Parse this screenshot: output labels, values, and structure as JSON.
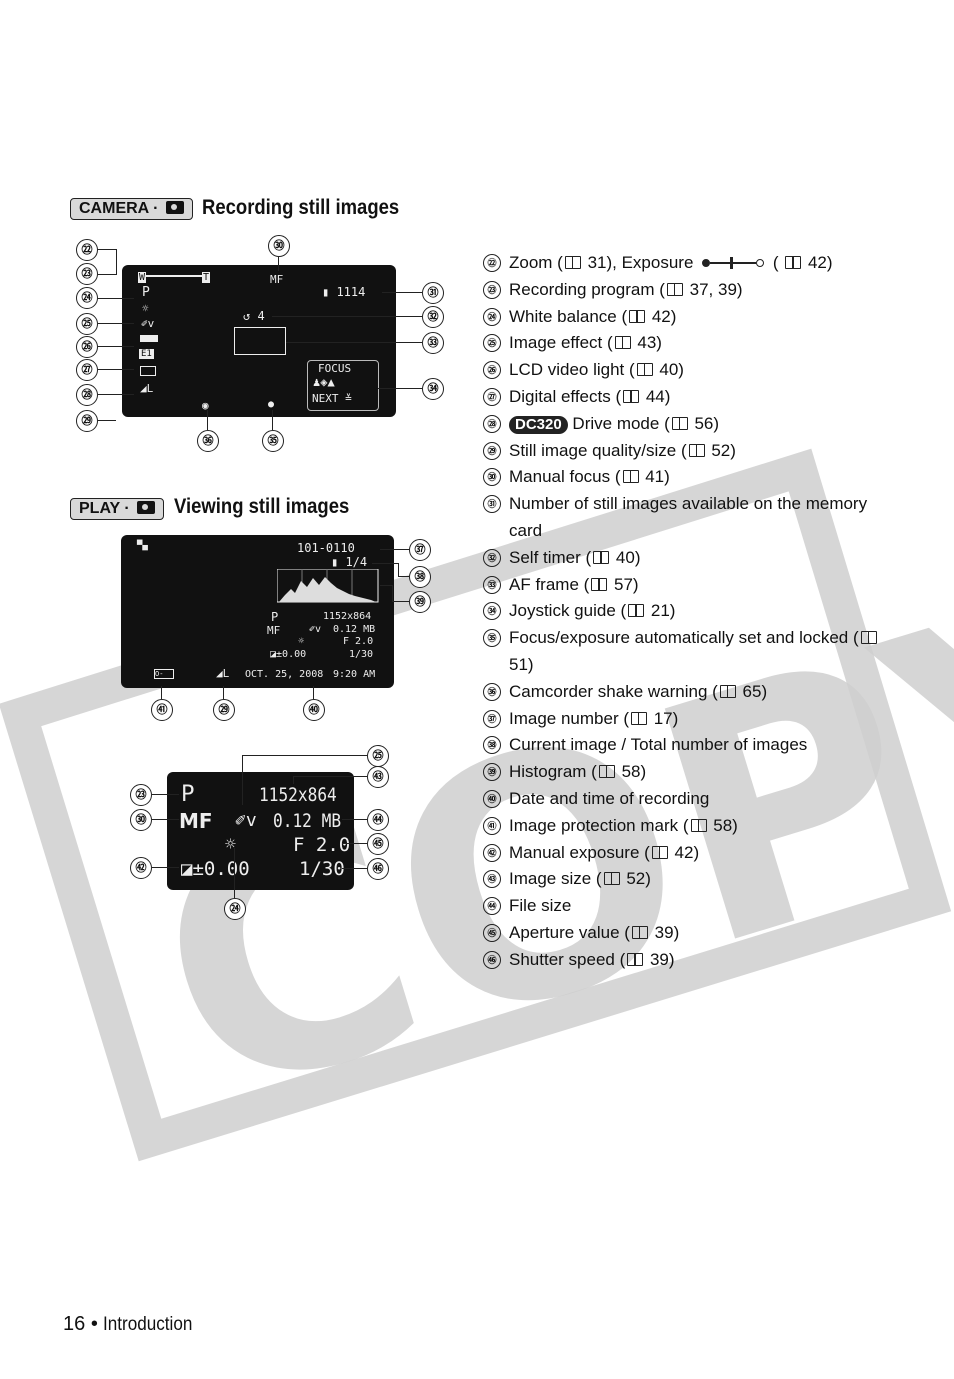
{
  "sections": {
    "recording": {
      "badge_label": "CAMERA ·",
      "title": "Recording still images",
      "screen": {
        "zoom_w": "W",
        "zoom_t": "T",
        "program": "P",
        "manual_focus": "MF",
        "shots_remaining": "1114",
        "self_timer": "4",
        "joystick_top": "FOCUS",
        "joystick_bottom": "NEXT",
        "digital_effect": "E1",
        "quality": "L"
      },
      "callouts": [
        "㉒",
        "㉓",
        "㉔",
        "㉕",
        "㉖",
        "㉗",
        "㉘",
        "㉙",
        "㉚",
        "㉛",
        "㉜",
        "㉝",
        "㉞",
        "㉟",
        "㊱"
      ]
    },
    "viewing": {
      "badge_label": "PLAY ·",
      "title": "Viewing still images",
      "screen": {
        "image_number": "101-0110",
        "count": "1/4",
        "program": "P",
        "size": "1152x864",
        "manual_focus": "MF",
        "file_size": "0.12 MB",
        "aperture": "F 2.0",
        "exposure": "±0.00",
        "shutter": "1/30",
        "quality": "L",
        "date": "OCT. 25, 2008",
        "time": "9:20 AM"
      },
      "callouts": [
        "㊲",
        "㊳",
        "㊴",
        "㊶",
        "㉙",
        "㊵"
      ]
    },
    "detail": {
      "screen": {
        "program": "P",
        "size": "1152x864",
        "manual_focus": "MF",
        "file_size": "0.12 MB",
        "aperture": "F 2.0",
        "exposure": "±0.00",
        "shutter": "1/30"
      },
      "callouts": [
        "㉕",
        "㊸",
        "㉓",
        "㉚",
        "㊹",
        "㊺",
        "㊷",
        "㊻",
        "㉔"
      ]
    }
  },
  "legend": [
    {
      "num": "㉒",
      "text": "Zoom (",
      "rest": " 31), Exposure ",
      "tail": " ( ",
      "end": " 42)"
    },
    {
      "num": "㉓",
      "text": "Recording program (",
      "rest": " 37, 39)"
    },
    {
      "num": "㉔",
      "text": "White balance (",
      "rest": " 42)"
    },
    {
      "num": "㉕",
      "text": "Image effect (",
      "rest": " 43)"
    },
    {
      "num": "㉖",
      "text": "LCD video light (",
      "rest": " 40)"
    },
    {
      "num": "㉗",
      "text": "Digital effects (",
      "rest": " 44)"
    },
    {
      "num": "㉘",
      "dc": "DC320",
      "text": " Drive mode (",
      "rest": " 56)"
    },
    {
      "num": "㉙",
      "text": "Still image quality/size (",
      "rest": " 52)"
    },
    {
      "num": "㉚",
      "text": "Manual focus (",
      "rest": " 41)"
    },
    {
      "num": "㉛",
      "text": "Number of still images available on the memory card"
    },
    {
      "num": "㉜",
      "text": "Self timer (",
      "rest": " 40)"
    },
    {
      "num": "㉝",
      "text": "AF frame (",
      "rest": " 57)"
    },
    {
      "num": "㉞",
      "text": "Joystick guide (",
      "rest": " 21)"
    },
    {
      "num": "㉟",
      "text": "Focus/exposure automatically set and locked (",
      "rest": " 51)"
    },
    {
      "num": "㊱",
      "text": "Camcorder shake warning (",
      "rest": " 65)"
    },
    {
      "num": "㊲",
      "text": "Image number (",
      "rest": " 17)"
    },
    {
      "num": "㊳",
      "text": "Current image / Total number of images"
    },
    {
      "num": "㊴",
      "text": "Histogram (",
      "rest": " 58)"
    },
    {
      "num": "㊵",
      "text": "Date and time of recording"
    },
    {
      "num": "㊶",
      "text": "Image protection mark (",
      "rest": " 58)"
    },
    {
      "num": "㊷",
      "text": "Manual exposure (",
      "rest": " 42)"
    },
    {
      "num": "㊸",
      "text": "Image size (",
      "rest": " 52)"
    },
    {
      "num": "㊹",
      "text": "File size"
    },
    {
      "num": "㊺",
      "text": "Aperture value (",
      "rest": " 39)"
    },
    {
      "num": "㊻",
      "text": "Shutter speed (",
      "rest": " 39)"
    }
  ],
  "footer": {
    "page": "16",
    "chapter": "Introduction"
  },
  "watermark": "COPY"
}
